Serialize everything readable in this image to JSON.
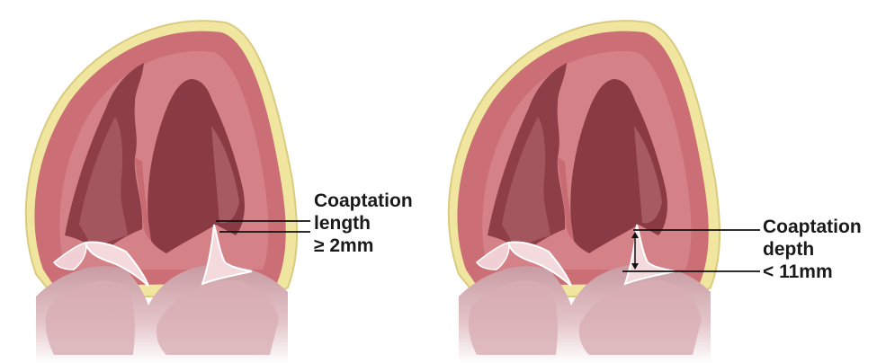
{
  "panels": [
    {
      "id": "left",
      "label_lines": [
        "Coaptation",
        "length",
        "≥ 2mm"
      ]
    },
    {
      "id": "right",
      "label_lines": [
        "Coaptation",
        "depth",
        "< 11mm"
      ]
    }
  ],
  "colors": {
    "myocardium": "#c96a72",
    "myocardium_light": "#d98a8e",
    "chamber_dark": "#8a3a42",
    "chamber_mid": "#a0545c",
    "epicardium_fat": "#f0e6a0",
    "leaflet": "#f2d4d6",
    "atrium": "#e8c8cc",
    "annotation_line": "#111111"
  }
}
